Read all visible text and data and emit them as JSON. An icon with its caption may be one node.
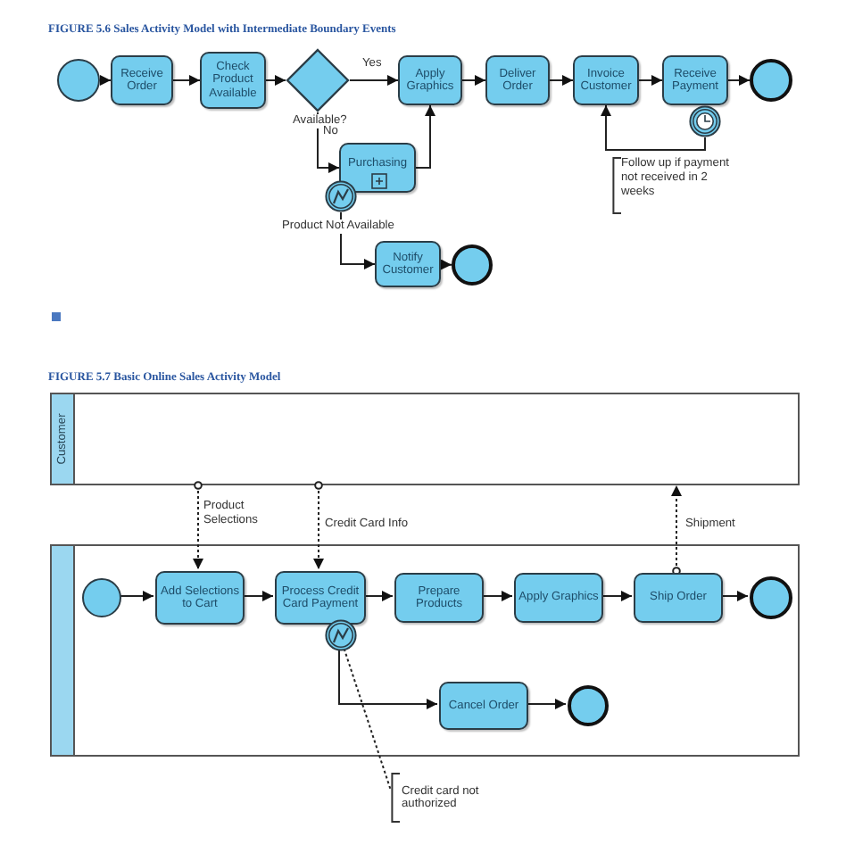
{
  "diagram": {
    "title": "FIGURE 5.6 Sales Activity Model with Intermediate Boundary Events",
    "nodes": [
      {
        "text": [],
        "shape": "circle"
      },
      {
        "text": [
          "Receive Order"
        ]
      },
      {
        "text": [
          "Check Product Available"
        ]
      },
      {
        "text": [],
        "shape": "diamond",
        "beside": [
          "Available?"
        ]
      },
      {
        "text": [
          "Apply Graphics"
        ]
      },
      {
        "text": [
          "Deliver Order"
        ]
      },
      {
        "text": [
          "Invoice Customer"
        ]
      },
      {
        "text": [
          "Receive Payment"
        ]
      },
      {
        "text": [],
        "shape": "circle"
      },
      {
        "text": [],
        "shape": "circle"
      },
      {
        "text": [
          "Purchasing"
        ]
      },
      {
        "text": [],
        "shape": "circle"
      },
      {
        "text": [
          "Notify Customer"
        ]
      },
      {
        "text": [],
        "shape": "circle"
      },
      {
        "text": [
          "Customer"
        ]
      },
      {
        "text": [],
        "shape": "box"
      },
      {
        "text": [],
        "shape": "circle",
        "in": 15
      },
      {
        "text": [
          "Add Selections to Cart"
        ],
        "in": 15
      },
      {
        "text": [
          "Process Credit Card Payment"
        ],
        "in": 15
      },
      {
        "text": [
          "Prepare Products"
        ],
        "in": 15
      },
      {
        "text": [
          "Apply Graphics"
        ],
        "in": 15
      },
      {
        "text": [
          "Ship Order"
        ],
        "in": 15
      },
      {
        "text": [],
        "shape": "circle",
        "in": 15
      },
      {
        "text": [],
        "shape": "circle",
        "in": 15
      },
      {
        "text": [
          "Cancel Order"
        ],
        "in": 15
      },
      {
        "text": [],
        "shape": "circle",
        "in": 15
      },
      {
        "text": [
          "Credit card not authorized"
        ]
      }
    ],
    "edges": [
      {
        "from": 0,
        "to": 1,
        "arrow": "to"
      },
      {
        "from": 1,
        "to": 2,
        "arrow": "to"
      },
      {
        "from": 2,
        "to": 3,
        "arrow": "to"
      },
      {
        "from": 3,
        "to": 4,
        "arrow": "to",
        "label": "Yes"
      },
      {
        "from": 3,
        "to": 10,
        "arrow": "to",
        "label": "No"
      },
      {
        "from": 10,
        "to": 4,
        "arrow": "to"
      },
      {
        "from": 4,
        "to": 5,
        "arrow": "to"
      },
      {
        "from": 5,
        "to": 6,
        "arrow": "to"
      },
      {
        "from": 6,
        "to": 7,
        "arrow": "to"
      },
      {
        "from": 7,
        "to": 8,
        "arrow": "to"
      },
      {
        "from": 9,
        "to": 6,
        "arrow": "to"
      },
      {
        "from": 11,
        "to": 12,
        "arrow": "to",
        "label": "Product Not Available"
      },
      {
        "from": 12,
        "to": 13,
        "arrow": "to"
      },
      {
        "from": 16,
        "to": 17,
        "arrow": "to"
      },
      {
        "from": 17,
        "to": 18,
        "arrow": "to"
      },
      {
        "from": 18,
        "to": 19,
        "arrow": "to"
      },
      {
        "from": 19,
        "to": 20,
        "arrow": "to"
      },
      {
        "from": 20,
        "to": 21,
        "arrow": "to"
      },
      {
        "from": 21,
        "to": 22,
        "arrow": "to"
      },
      {
        "from": 23,
        "to": 24,
        "arrow": "to"
      },
      {
        "from": 24,
        "to": 25,
        "arrow": "to"
      },
      {
        "from": 14,
        "to": 17,
        "arrow": "to",
        "style": "dashed",
        "label": "Product Selections"
      },
      {
        "from": 14,
        "to": 18,
        "arrow": "to",
        "style": "dashed",
        "label": "Credit Card Info"
      },
      {
        "from": 21,
        "to": 14,
        "arrow": "to",
        "style": "dashed",
        "label": "Shipment"
      },
      {
        "from": 23,
        "to": 26,
        "arrow": "none",
        "style": "dashed"
      }
    ],
    "labels": [
      "Follow up if payment not received in 2 weeks",
      "FIGURE 5.7 Basic Online Sales Activity Model"
    ]
  }
}
